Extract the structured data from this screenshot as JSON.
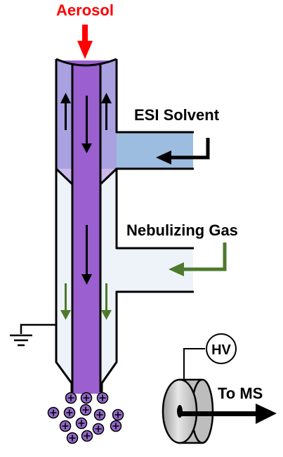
{
  "labels": {
    "aerosol": "Aerosol",
    "esi_solvent": "ESI Solvent",
    "nebulizing_gas": "Nebulizing Gas",
    "hv": "HV",
    "to_ms": "To MS"
  },
  "colors": {
    "aerosol": "#ff0000",
    "capillary_purple": "#9b5fcf",
    "solvent_blue": "#9dbde0",
    "gas_light": "#eef3fa",
    "gas_arrow_green": "#4d7a2c",
    "ion_purple": "#9068c8",
    "outline": "#000000",
    "cylinder_gray": "#c8c8c8"
  },
  "ions": {
    "symbol": "+",
    "count": 14
  },
  "icons": [
    "ground-icon",
    "plus-ion-icon",
    "flow-arrow-icon"
  ]
}
